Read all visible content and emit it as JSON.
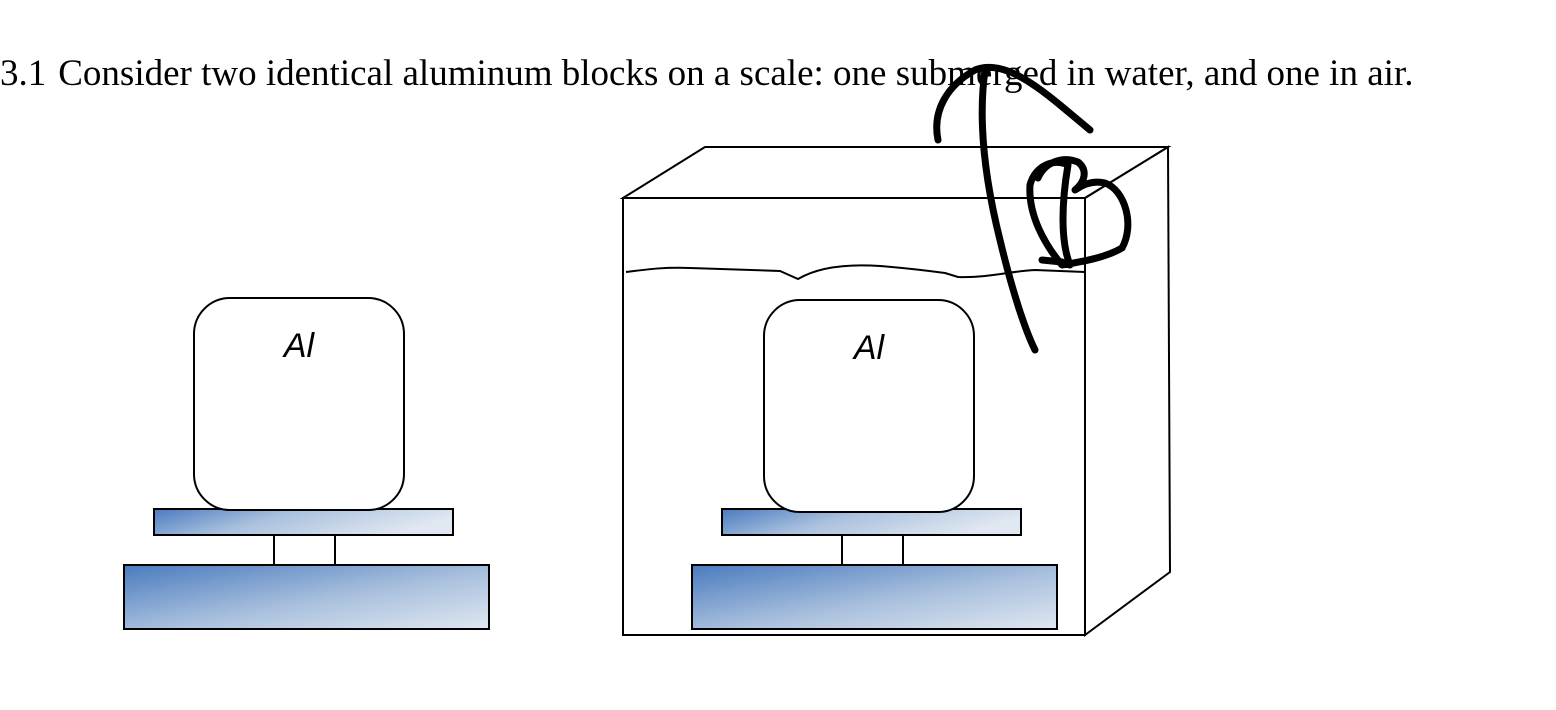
{
  "question": {
    "number": "3.1",
    "text": "Consider two identical aluminum blocks on a scale: one submerged in water, and one in air."
  },
  "blocks": {
    "air_label": "Al",
    "water_label": "Al"
  },
  "colors": {
    "scale_dark": "#4a7bbf",
    "scale_light": "#dfe7f1",
    "outline": "#000000",
    "background": "#ffffff"
  }
}
